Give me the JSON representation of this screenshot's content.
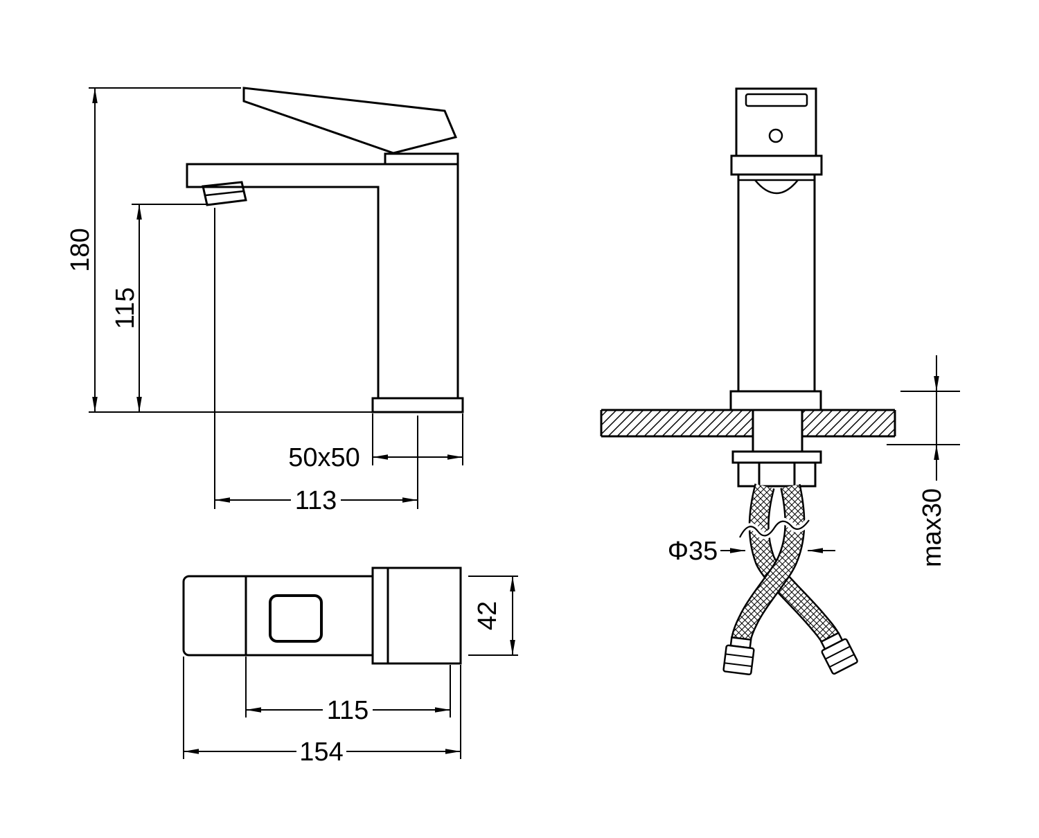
{
  "page": {
    "background": "#ffffff"
  },
  "drawing": {
    "line_color": "#000000",
    "labels": {
      "total_height": "180",
      "spout_height": "115",
      "base_section": "50x50",
      "spout_reach": "113",
      "body_width": "42",
      "spout_body_length": "115",
      "total_length": "154",
      "hole_diameter": "Φ35",
      "max_mounting_thickness": "max30"
    }
  }
}
